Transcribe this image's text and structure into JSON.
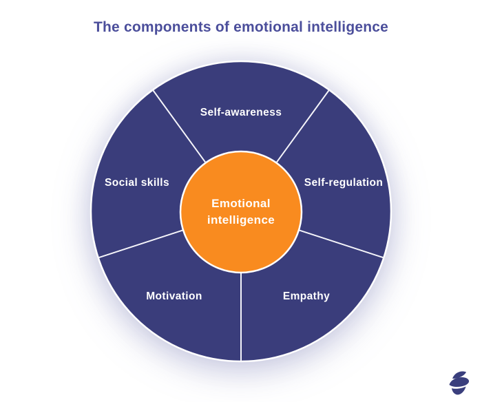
{
  "title": "The components of emotional intelligence",
  "wheel": {
    "center": {
      "label": "Emotional intelligence"
    },
    "segments": [
      {
        "label": "Self-awareness",
        "position": "top"
      },
      {
        "label": "Self-regulation",
        "position": "right"
      },
      {
        "label": "Empathy",
        "position": "bottom-right"
      },
      {
        "label": "Motivation",
        "position": "bottom-left"
      },
      {
        "label": "Social skills",
        "position": "left"
      }
    ]
  },
  "colors": {
    "background": "#FFFFFF",
    "title_text": "#4B4E9B",
    "segment_fill": "#3A3D7B",
    "center_fill": "#F98B1F",
    "divider": "#F5F5FA",
    "label_text": "#FFFFFF",
    "logo": "#3A3F7D"
  },
  "logo": {
    "icon": "wave-swirl-logo"
  }
}
